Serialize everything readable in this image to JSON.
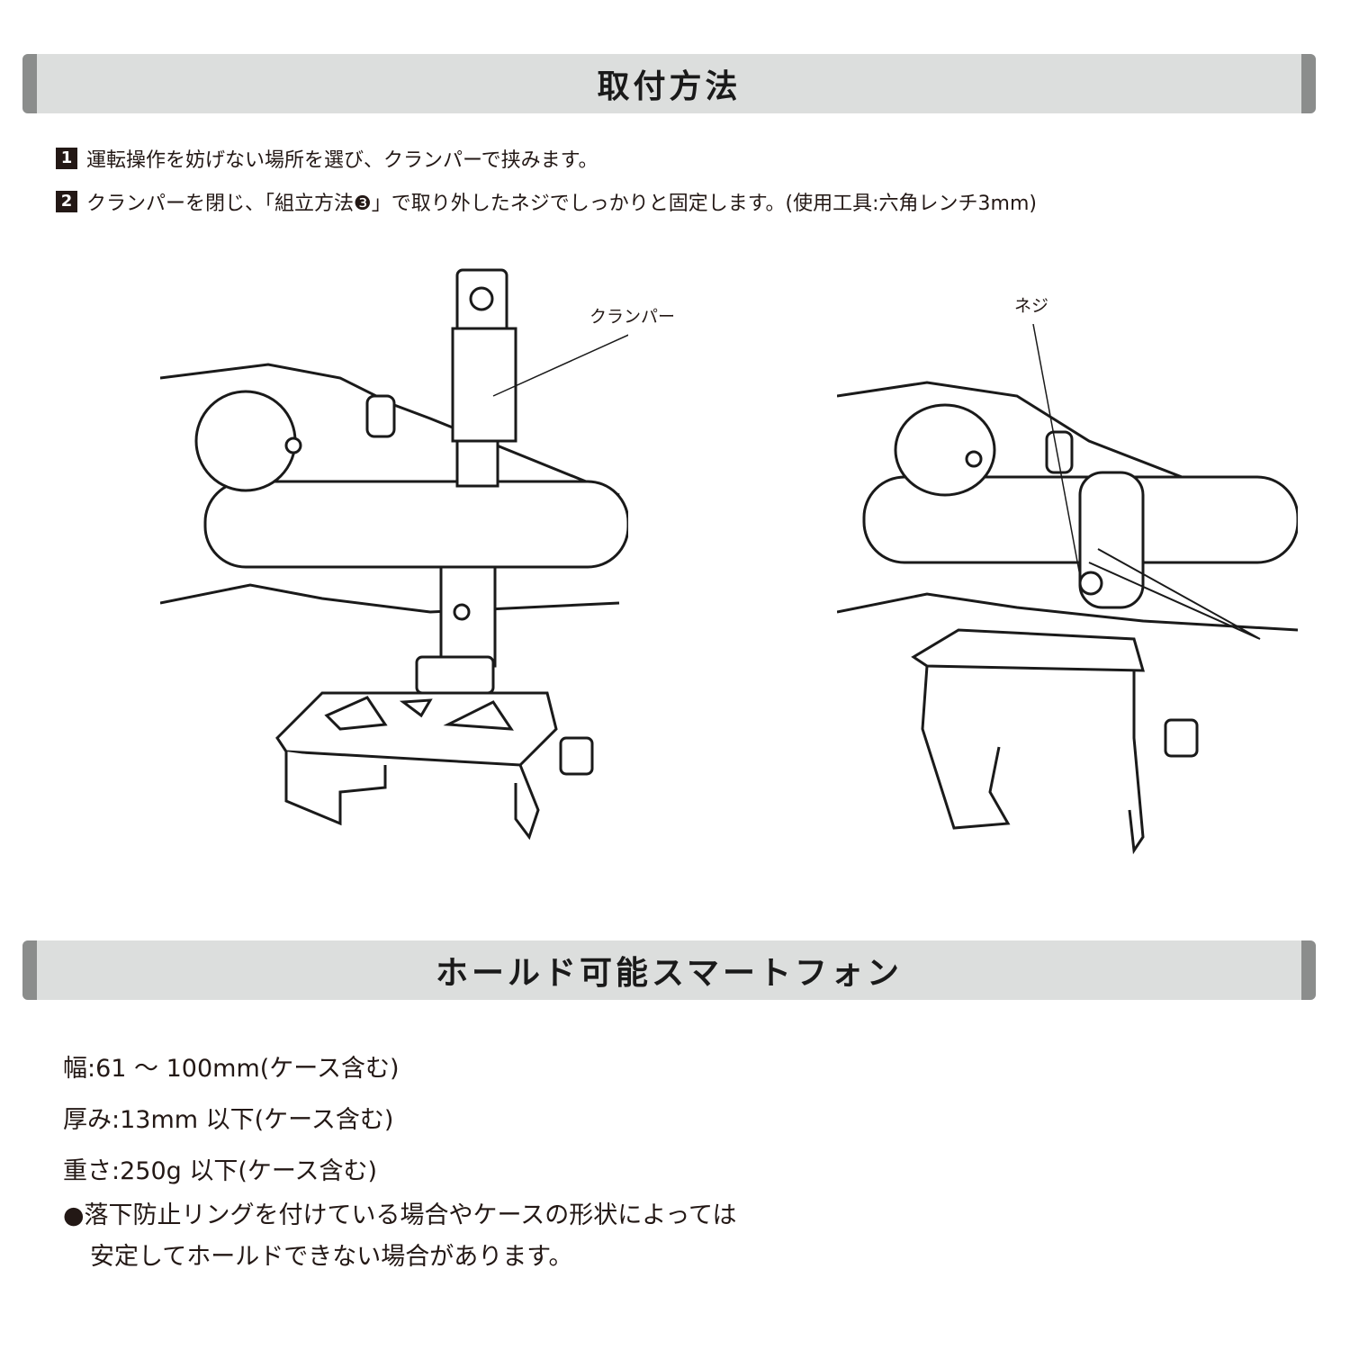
{
  "section1": {
    "title": "取付方法",
    "steps": [
      {
        "num": "1",
        "text": "運転操作を妨げない場所を選び、クランパーで挟みます。"
      },
      {
        "num": "2",
        "text": "クランパーを閉じ、「組立方法❸」で取り外したネジでしっかりと固定します。(使用工具:六角レンチ3mm)"
      }
    ],
    "figure_labels": {
      "clamper": "クランパー",
      "screw": "ネジ"
    }
  },
  "section2": {
    "title": "ホールド可能スマートフォン",
    "specs": [
      "幅:61 ～ 100mm(ケース含む)",
      "厚み:13mm 以下(ケース含む)",
      "重さ:250g 以下(ケース含む)"
    ],
    "note_line1": "●落下防止リングを付けている場合やケースの形状によっては",
    "note_line2": "安定してホールドできない場合があります。"
  }
}
